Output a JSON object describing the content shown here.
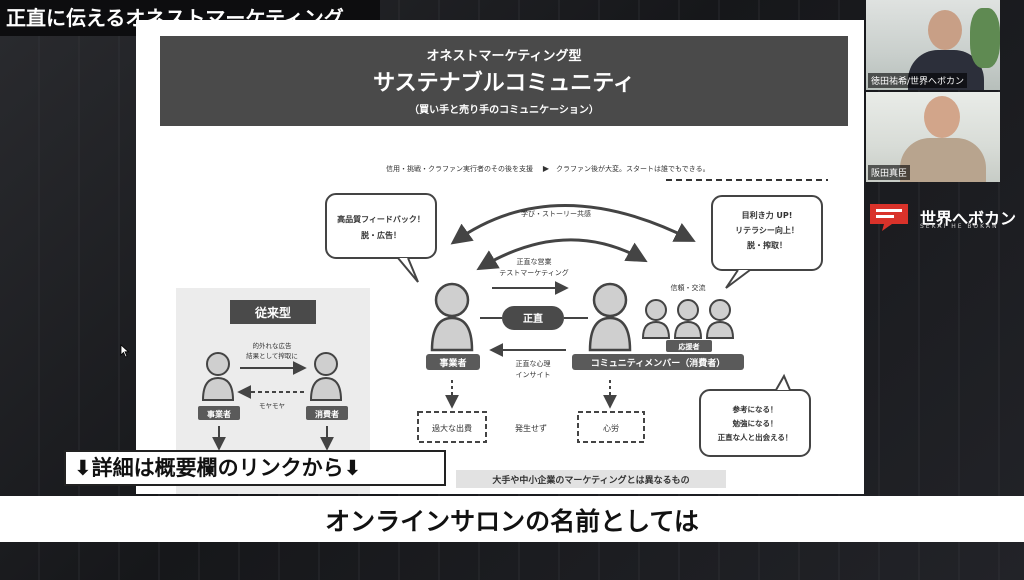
{
  "video_title": "正直に伝えるオネストマーケティング",
  "slide": {
    "header_small": "オネストマーケティング型",
    "header_large": "サステナブルコミュニティ",
    "header_sub": "（買い手と売り手のコミュニケーション）",
    "top_note_left": "信用・挑戦・クラファン実行者のその後を支援",
    "top_note_arrow": "▶",
    "top_note_right": "クラファン後が大変。スタートは誰でもできる。",
    "bubble_left_line1": "高品質フィードバック！",
    "bubble_left_line2": "脱・広告！",
    "bubble_right_line1": "目利き力 UP!",
    "bubble_right_line2": "リテラシー向上！",
    "bubble_right_line3": "脱・搾取！",
    "arc_top_label": "学び・ストーリー共感",
    "arrow_mid_label1": "正直な営業",
    "arrow_mid_label2": "テストマーケティング",
    "honest_label": "正直",
    "trust_label": "信頼・交流",
    "supporters_label": "応援者",
    "business_label": "事業者",
    "member_label": "コミュニティメンバー（消費者）",
    "insight_label1": "正直な心理",
    "insight_label2": "インサイト",
    "box_left": "過大な出費",
    "no_occur": "発生せず",
    "box_right": "心労",
    "bubble_bottom_line1": "参考になる！",
    "bubble_bottom_line2": "勉強になる！",
    "bubble_bottom_line3": "正直な人と出会える！",
    "footer": "大手や中小企業のマーケティングとは異なるもの",
    "legacy_title": "従来型",
    "legacy_arrow1_line1": "的外れな広告",
    "legacy_arrow1_line2": "結果として搾取に",
    "legacy_arrow2": "モヤモヤ",
    "legacy_business": "事業者",
    "legacy_consumer": "消費者"
  },
  "participants": [
    {
      "name": "徳田祐希/世界へボカン"
    },
    {
      "name": "阪田真臣"
    }
  ],
  "logo": {
    "text": "世界へボカン",
    "sub": "SEKAI HE BOKAN",
    "color": "#d9322a"
  },
  "link_banner": "⬇詳細は概要欄のリンクから⬇",
  "caption": "オンラインサロンの名前としては"
}
